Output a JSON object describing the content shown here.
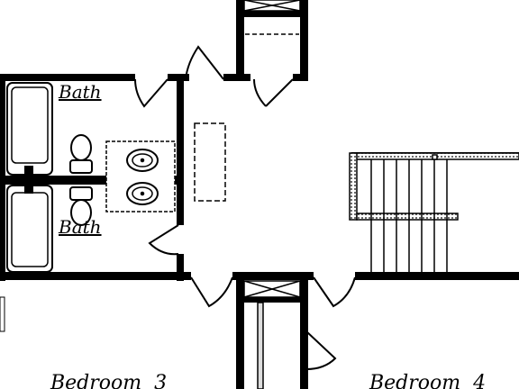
{
  "floor_plan": {
    "rooms": {
      "bath_upper": "Bath",
      "bath_lower": "Bath",
      "bedroom_3": "Bedroom  3",
      "bedroom_4": "Bedroom  4"
    },
    "colors": {
      "wall": "#000000",
      "fixture_line": "#000000",
      "background": "#ffffff",
      "stair_rail": "#000000"
    }
  }
}
